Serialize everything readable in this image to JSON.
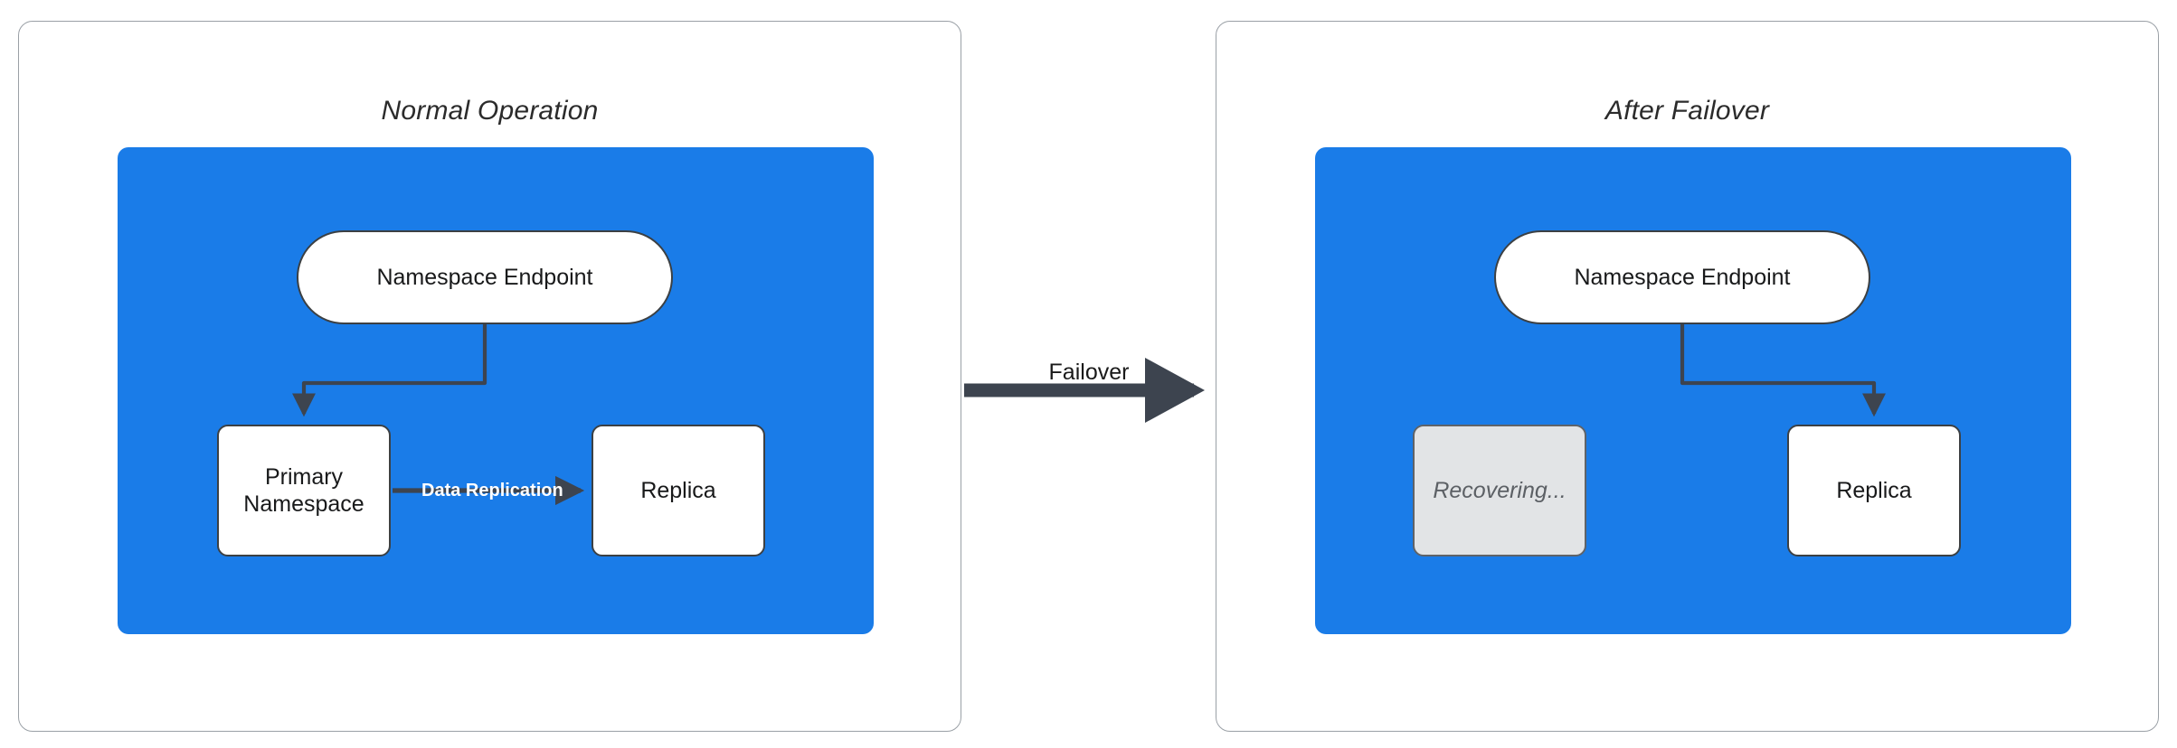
{
  "diagram": {
    "title_left": "Normal Operation",
    "title_right": "After Failover",
    "colors": {
      "region_blue": "#1a7ce8",
      "node_fill": "#ffffff",
      "node_stroke": "#3c4043",
      "muted_fill": "#e2e4e6",
      "muted_text": "#5c6065",
      "arrow_dark": "#3d444f",
      "panel_border": "#9aa0a6",
      "replication_label": "#ffffff"
    },
    "panels": [
      {
        "id": "normal-operation",
        "title": "Normal Operation",
        "region_label": "",
        "nodes": [
          {
            "id": "ns-endpoint-left",
            "label": "Namespace Endpoint",
            "shape": "pill",
            "state": "active"
          },
          {
            "id": "primary-left",
            "label": "Primary\nNamespace",
            "line1": "Primary",
            "line2": "Namespace",
            "shape": "box",
            "state": "active"
          },
          {
            "id": "replica-left",
            "label": "Replica",
            "shape": "box",
            "state": "active"
          }
        ],
        "edges": [
          {
            "id": "endpoint-to-primary",
            "from": "ns-endpoint-left",
            "to": "primary-left",
            "label": "",
            "style": "elbow-arrow"
          },
          {
            "id": "primary-to-replica",
            "from": "primary-left",
            "to": "replica-left",
            "label": "Data Replication",
            "style": "straight-arrow"
          }
        ]
      },
      {
        "id": "after-failover",
        "title": "After Failover",
        "region_label": "",
        "nodes": [
          {
            "id": "ns-endpoint-right",
            "label": "Namespace Endpoint",
            "shape": "pill",
            "state": "active"
          },
          {
            "id": "recovering-right",
            "label": "Recovering...",
            "shape": "box",
            "state": "muted"
          },
          {
            "id": "replica-right",
            "label": "Replica",
            "shape": "box",
            "state": "active"
          }
        ],
        "edges": [
          {
            "id": "endpoint-to-replica",
            "from": "ns-endpoint-right",
            "to": "replica-right",
            "label": "",
            "style": "elbow-arrow"
          }
        ]
      }
    ],
    "transition": {
      "id": "failover-transition",
      "label": "Failover",
      "from_panel": "normal-operation",
      "to_panel": "after-failover",
      "style": "thick-arrow"
    }
  }
}
